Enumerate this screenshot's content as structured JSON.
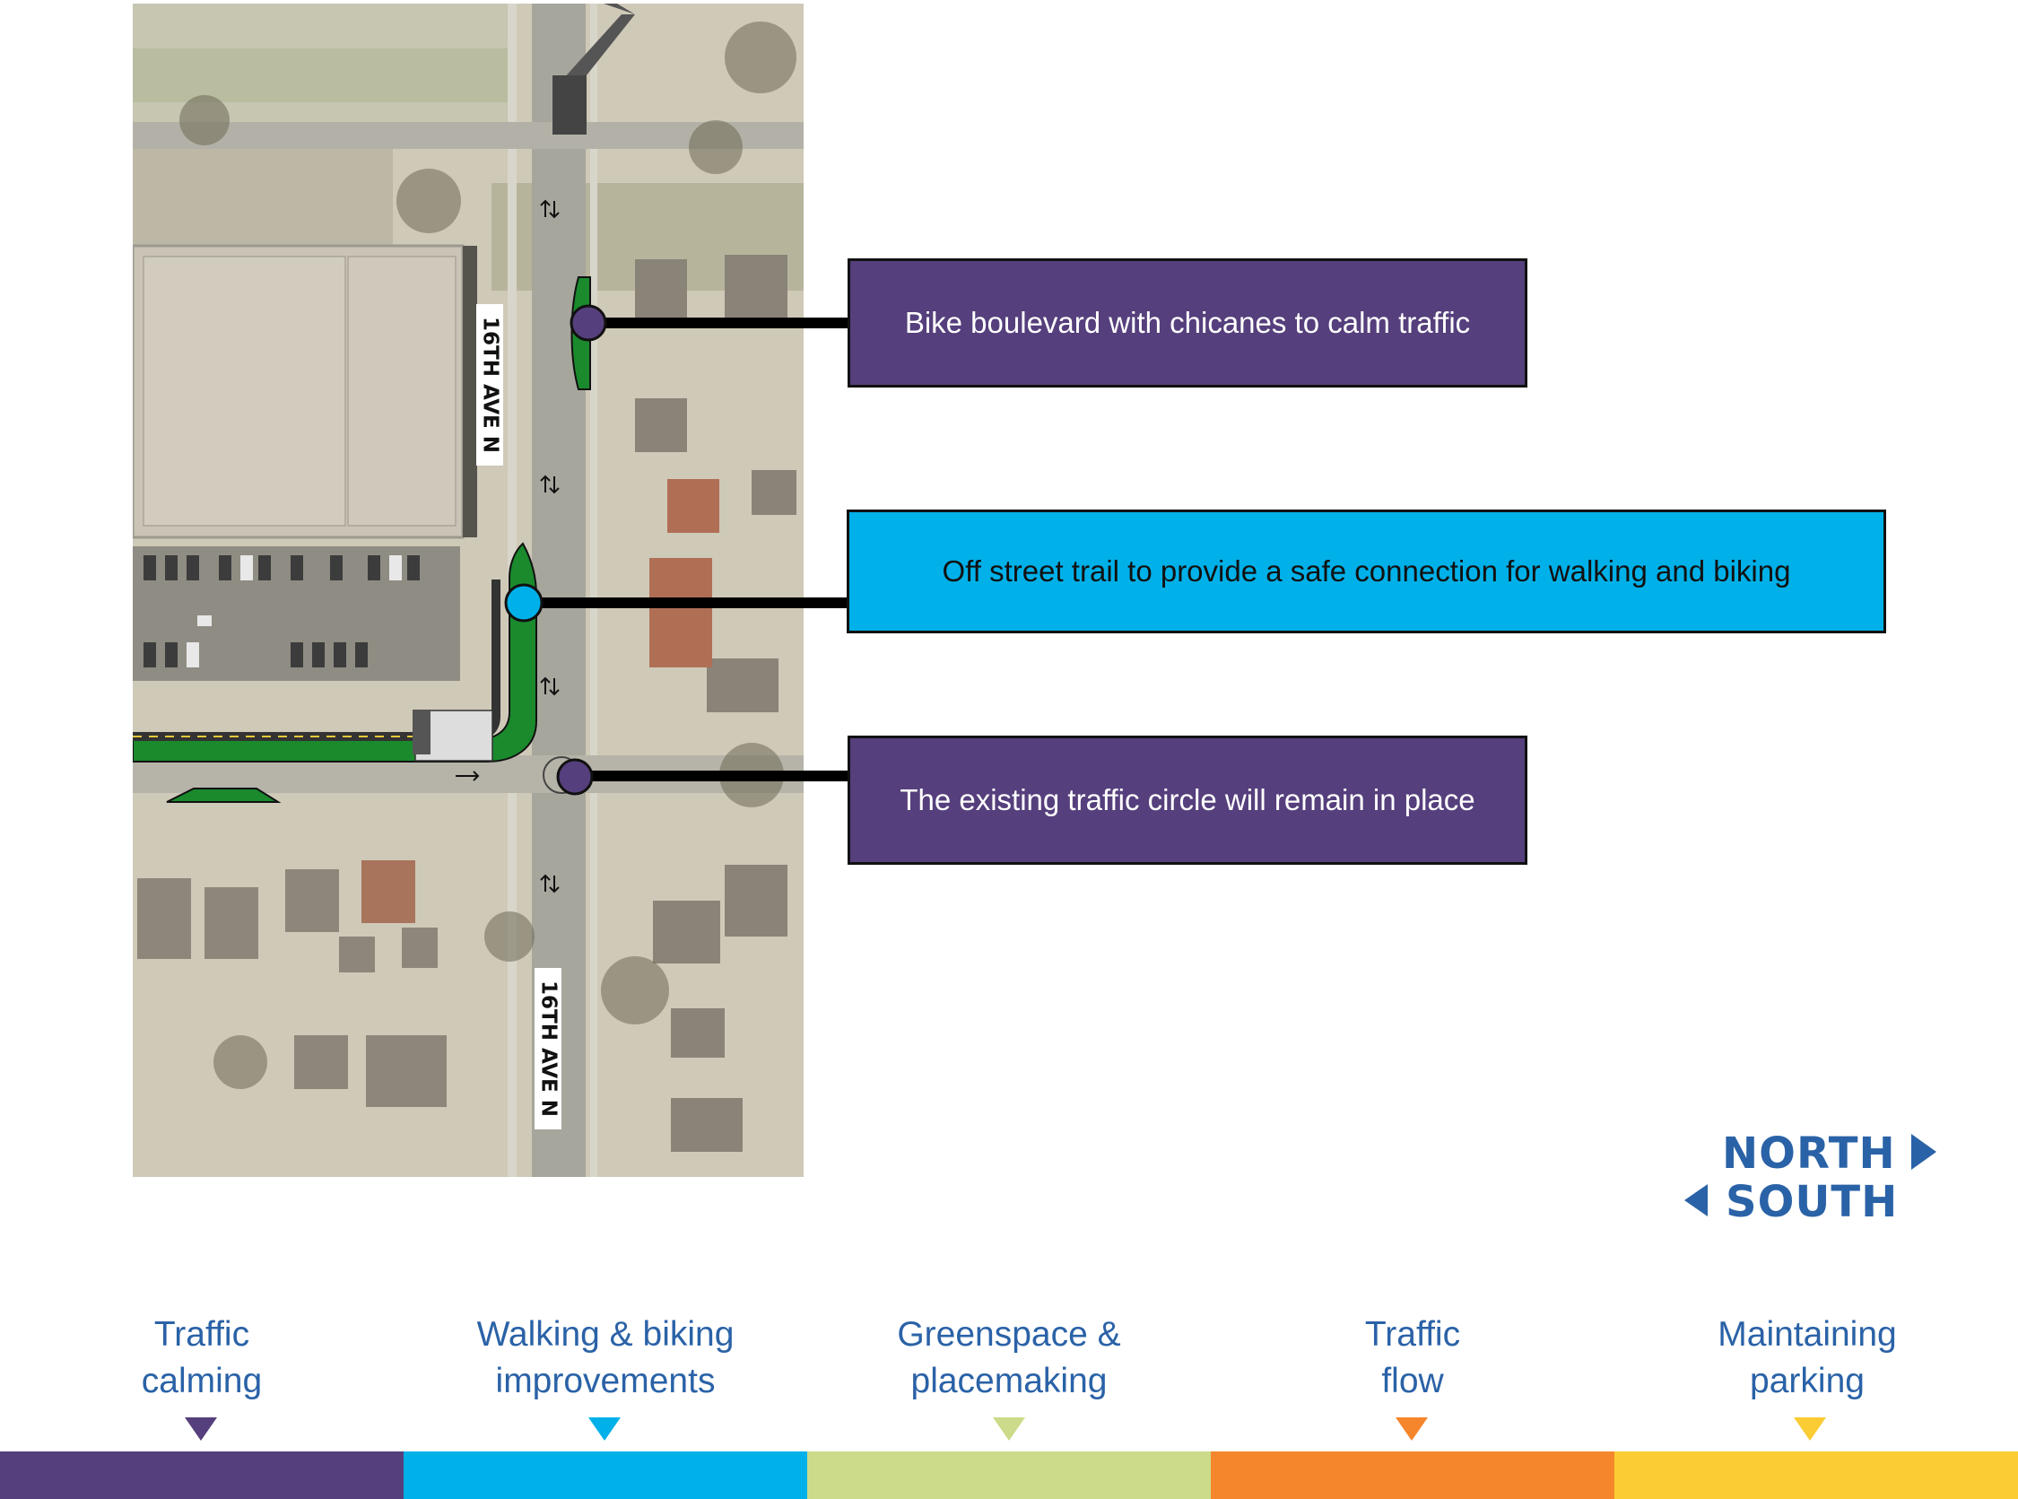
{
  "map": {
    "street_labels": [
      "16TH AVE N",
      "16TH AVE N"
    ]
  },
  "callouts": [
    {
      "text": "Bike boulevard with chicanes to calm traffic",
      "color": "#553f7c"
    },
    {
      "text": "Off street trail to provide a safe connection for walking and biking",
      "color": "#00b0e8"
    },
    {
      "text": "The existing traffic circle will remain in place",
      "color": "#553f7c"
    }
  ],
  "logo": {
    "north": "NORTH",
    "south": "SOUTH",
    "color": "#2a62a7"
  },
  "legend": [
    {
      "line1": "Traffic",
      "line2": "calming",
      "color": "#553f7c"
    },
    {
      "line1": "Walking & biking",
      "line2": "improvements",
      "color": "#00b0e8"
    },
    {
      "line1": "Greenspace &",
      "line2": "placemaking",
      "color": "#cbdb8a"
    },
    {
      "line1": "Traffic",
      "line2": "flow",
      "color": "#f5862b"
    },
    {
      "line1": "Maintaining",
      "line2": "parking",
      "color": "#fbcc33"
    }
  ]
}
